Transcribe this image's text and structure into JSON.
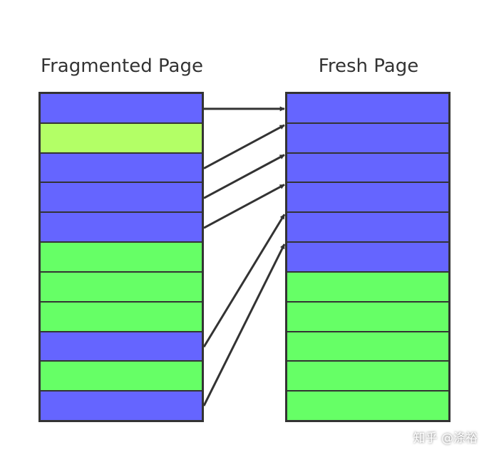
{
  "titles": {
    "left": "Fragmented Page",
    "right": "Fresh Page"
  },
  "colors": {
    "blue": "#6565ff",
    "green": "#66ff66",
    "lime": "#b3ff66",
    "border": "#333333",
    "arrow": "#333333"
  },
  "fragmented_page": {
    "rows": [
      "blue",
      "lime",
      "blue",
      "blue",
      "blue",
      "green",
      "green",
      "green",
      "blue",
      "green",
      "blue"
    ]
  },
  "fresh_page": {
    "rows": [
      "blue",
      "blue",
      "blue",
      "blue",
      "blue",
      "blue",
      "green",
      "green",
      "green",
      "green",
      "green"
    ]
  },
  "arrows": [
    {
      "from_row": 0,
      "to_row": 0
    },
    {
      "from_row": 2,
      "to_row": 1
    },
    {
      "from_row": 3,
      "to_row": 2
    },
    {
      "from_row": 4,
      "to_row": 3
    },
    {
      "from_row": 8,
      "to_row": 4
    },
    {
      "from_row": 10,
      "to_row": 5
    }
  ],
  "watermark": "知乎 @涤裕"
}
